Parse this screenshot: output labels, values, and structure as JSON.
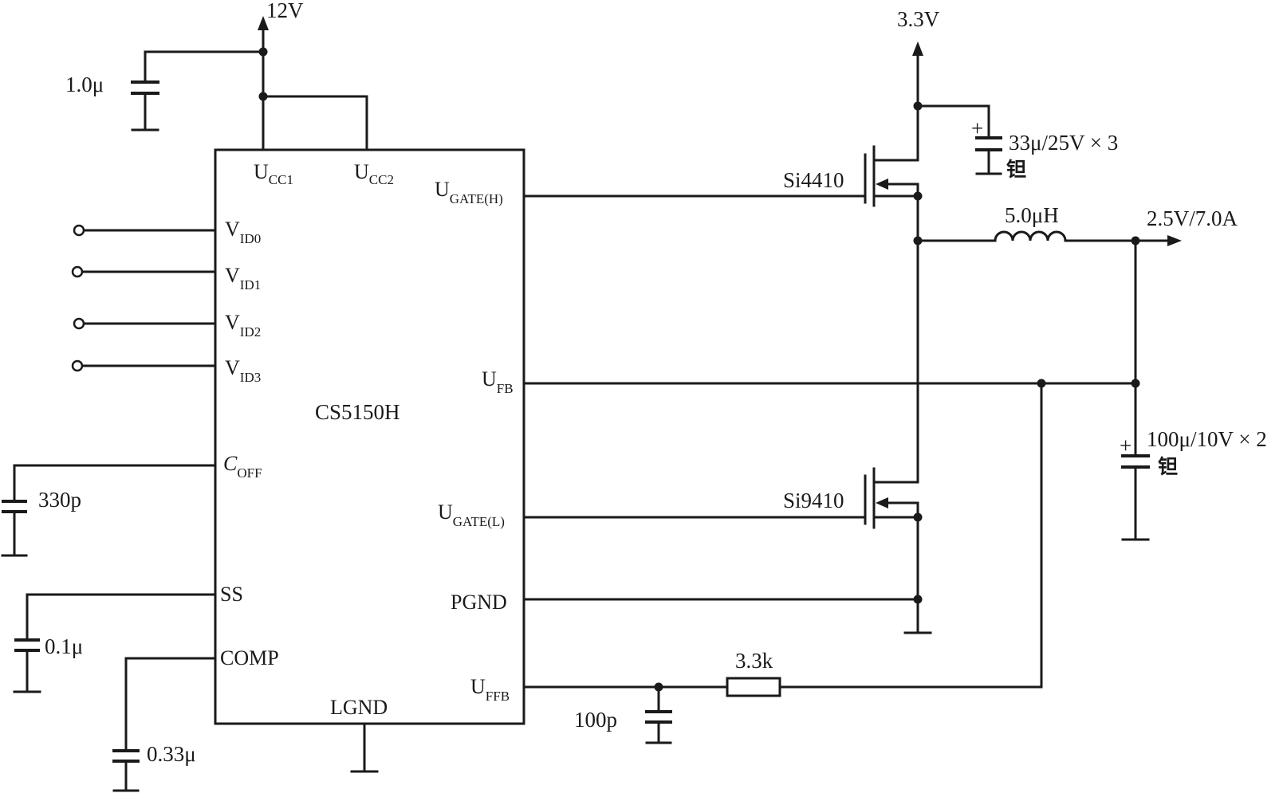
{
  "chip": {
    "name": "CS5150H",
    "pins": {
      "ucc1": {
        "main": "U",
        "sub": "CC1"
      },
      "ucc2": {
        "main": "U",
        "sub": "CC2"
      },
      "vid0": {
        "main": "V",
        "sub": "ID0"
      },
      "vid1": {
        "main": "V",
        "sub": "ID1"
      },
      "vid2": {
        "main": "V",
        "sub": "ID2"
      },
      "vid3": {
        "main": "V",
        "sub": "ID3"
      },
      "coff": {
        "main": "C",
        "sub": "OFF"
      },
      "ss": "SS",
      "comp": "COMP",
      "lgnd": "LGND",
      "ugate_h": {
        "main": "U",
        "sub": "GATE(H)"
      },
      "ufb": {
        "main": "U",
        "sub": "FB"
      },
      "ugate_l": {
        "main": "U",
        "sub": "GATE(L)"
      },
      "pgnd": "PGND",
      "uffb": {
        "main": "U",
        "sub": "FFB"
      }
    }
  },
  "supplies": {
    "v12": "12V",
    "v33": "3.3V",
    "output": "2.5V/7.0A"
  },
  "components": {
    "c_vcc": "1.0μ",
    "c_coff": "330p",
    "c_ss": "0.1μ",
    "c_comp": "0.33μ",
    "c_ffb": "100p",
    "r_ffb": "3.3k",
    "inductor": "5.0μH",
    "q_high": "Si4410",
    "q_low": "Si9410",
    "c_in": "33μ/25V × 3",
    "c_in_type": "钽",
    "c_out": "100μ/10V × 2",
    "c_out_type": "钽",
    "plus_sign": "+"
  }
}
